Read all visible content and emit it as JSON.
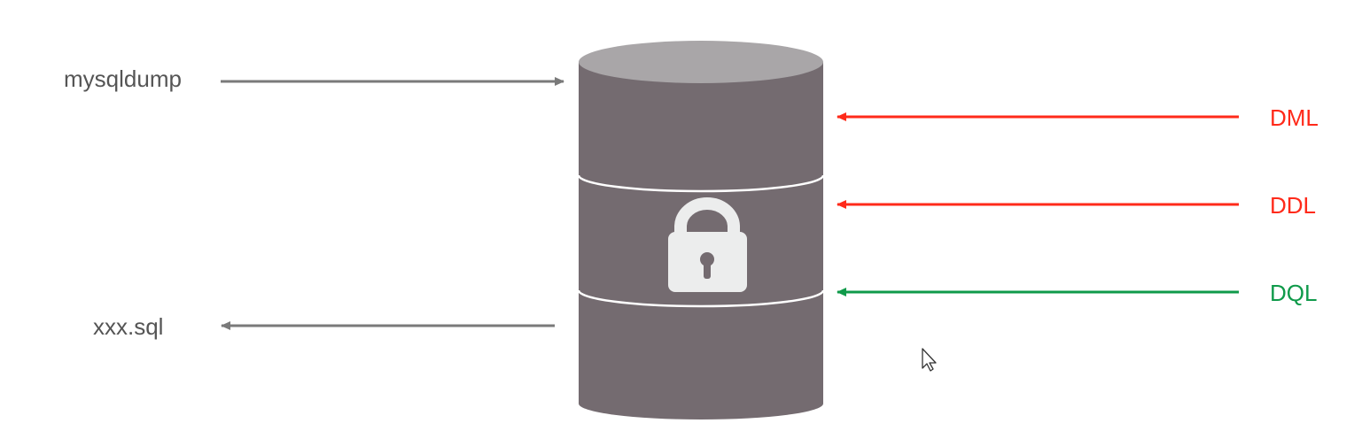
{
  "left": {
    "top_label": "mysqldump",
    "bottom_label": "xxx.sql"
  },
  "right": {
    "items": [
      {
        "label": "DML",
        "color": "#ff2a1a"
      },
      {
        "label": "DDL",
        "color": "#ff2a1a"
      },
      {
        "label": "DQL",
        "color": "#0f9a4a"
      }
    ]
  },
  "colors": {
    "cylinder_body": "#746b70",
    "cylinder_top": "#a9a6a8",
    "band_line": "#ffffff",
    "lock": "#eceded",
    "left_arrows": "#7a7a7a",
    "page_background": "#ffffff"
  },
  "icons": {
    "lock": "lock-icon",
    "cursor": "mouse-cursor-icon",
    "database": "database-cylinder-icon"
  }
}
